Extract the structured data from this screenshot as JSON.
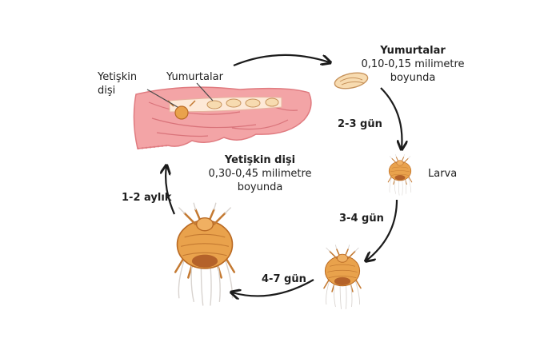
{
  "labels": {
    "adult_female_top": "Yetişkin\ndişi",
    "eggs_top": "Yumurtalar",
    "eggs_right_title": "Yumurtalar",
    "eggs_right_desc": "0,10-0,15 milimetre\nboyunda",
    "stage_2_3": "2-3 gün",
    "larva": "Larva",
    "stage_3_4": "3-4 gün",
    "stage_4_7": "4-7 gün",
    "stage_1_2": "1-2 aylık",
    "adult_female_center_title": "Yetişkin dişi",
    "adult_female_center_desc": "0,30-0,45 milimetre\nboyunda"
  },
  "colors": {
    "skin": "#f3a4a6",
    "skin_stroke": "#e07b80",
    "tunnel": "#fde9d7",
    "mite": "#e9a24c",
    "arrow": "#1b1b1b"
  }
}
